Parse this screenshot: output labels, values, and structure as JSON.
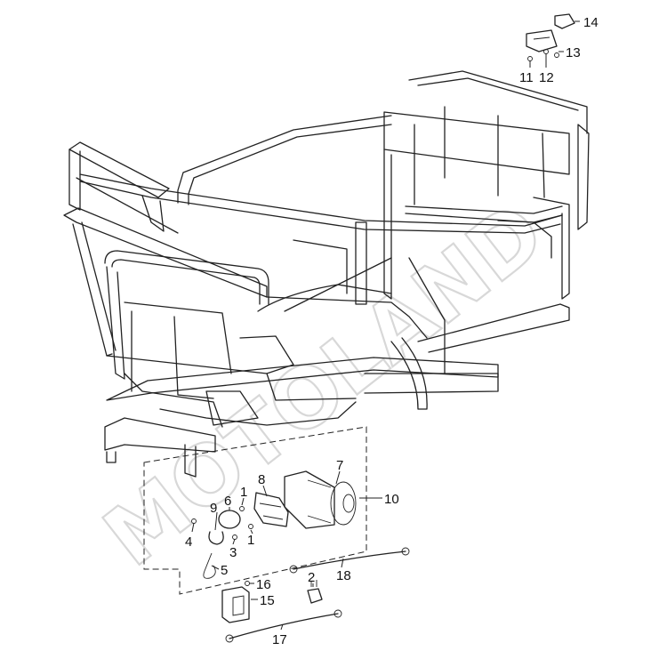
{
  "diagram": {
    "watermark": "MOTOLAND",
    "callouts": [
      {
        "id": "c1a",
        "text": "1"
      },
      {
        "id": "c1b",
        "text": "1"
      },
      {
        "id": "c2",
        "text": "2"
      },
      {
        "id": "c3",
        "text": "3"
      },
      {
        "id": "c4",
        "text": "4"
      },
      {
        "id": "c5",
        "text": "5"
      },
      {
        "id": "c6",
        "text": "6"
      },
      {
        "id": "c7",
        "text": "7"
      },
      {
        "id": "c8",
        "text": "8"
      },
      {
        "id": "c9",
        "text": "9"
      },
      {
        "id": "c10",
        "text": "10"
      },
      {
        "id": "c11",
        "text": "11"
      },
      {
        "id": "c12",
        "text": "12"
      },
      {
        "id": "c13",
        "text": "13"
      },
      {
        "id": "c14",
        "text": "14"
      },
      {
        "id": "c15",
        "text": "15"
      },
      {
        "id": "c16",
        "text": "16"
      },
      {
        "id": "c17",
        "text": "17"
      },
      {
        "id": "c18",
        "text": "18"
      }
    ]
  }
}
